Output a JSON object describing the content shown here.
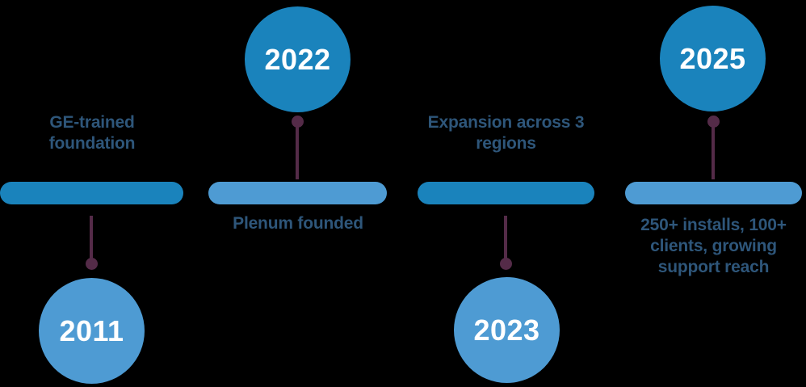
{
  "background": "#000000",
  "colors": {
    "bar_dark_blue": "#1A83BC",
    "bar_light_blue": "#4E9BD3",
    "circle_dark_blue": "#1A83BC",
    "circle_light_blue": "#4E9BD3",
    "stem_plum": "#542B48",
    "label_text": "#2E567A",
    "year_text": "#FFFFFF"
  },
  "milestones": [
    {
      "year": "2011",
      "label": "GE-trained foundation",
      "circle_position": "below",
      "label_position": "above"
    },
    {
      "year": "2022",
      "label": "Plenum founded",
      "circle_position": "above",
      "label_position": "below"
    },
    {
      "year": "2023",
      "label": "Expansion across 3 regions",
      "circle_position": "below",
      "label_position": "above"
    },
    {
      "year": "2025",
      "label": "250+ installs, 100+ clients, growing support reach",
      "circle_position": "above",
      "label_position": "below"
    }
  ]
}
